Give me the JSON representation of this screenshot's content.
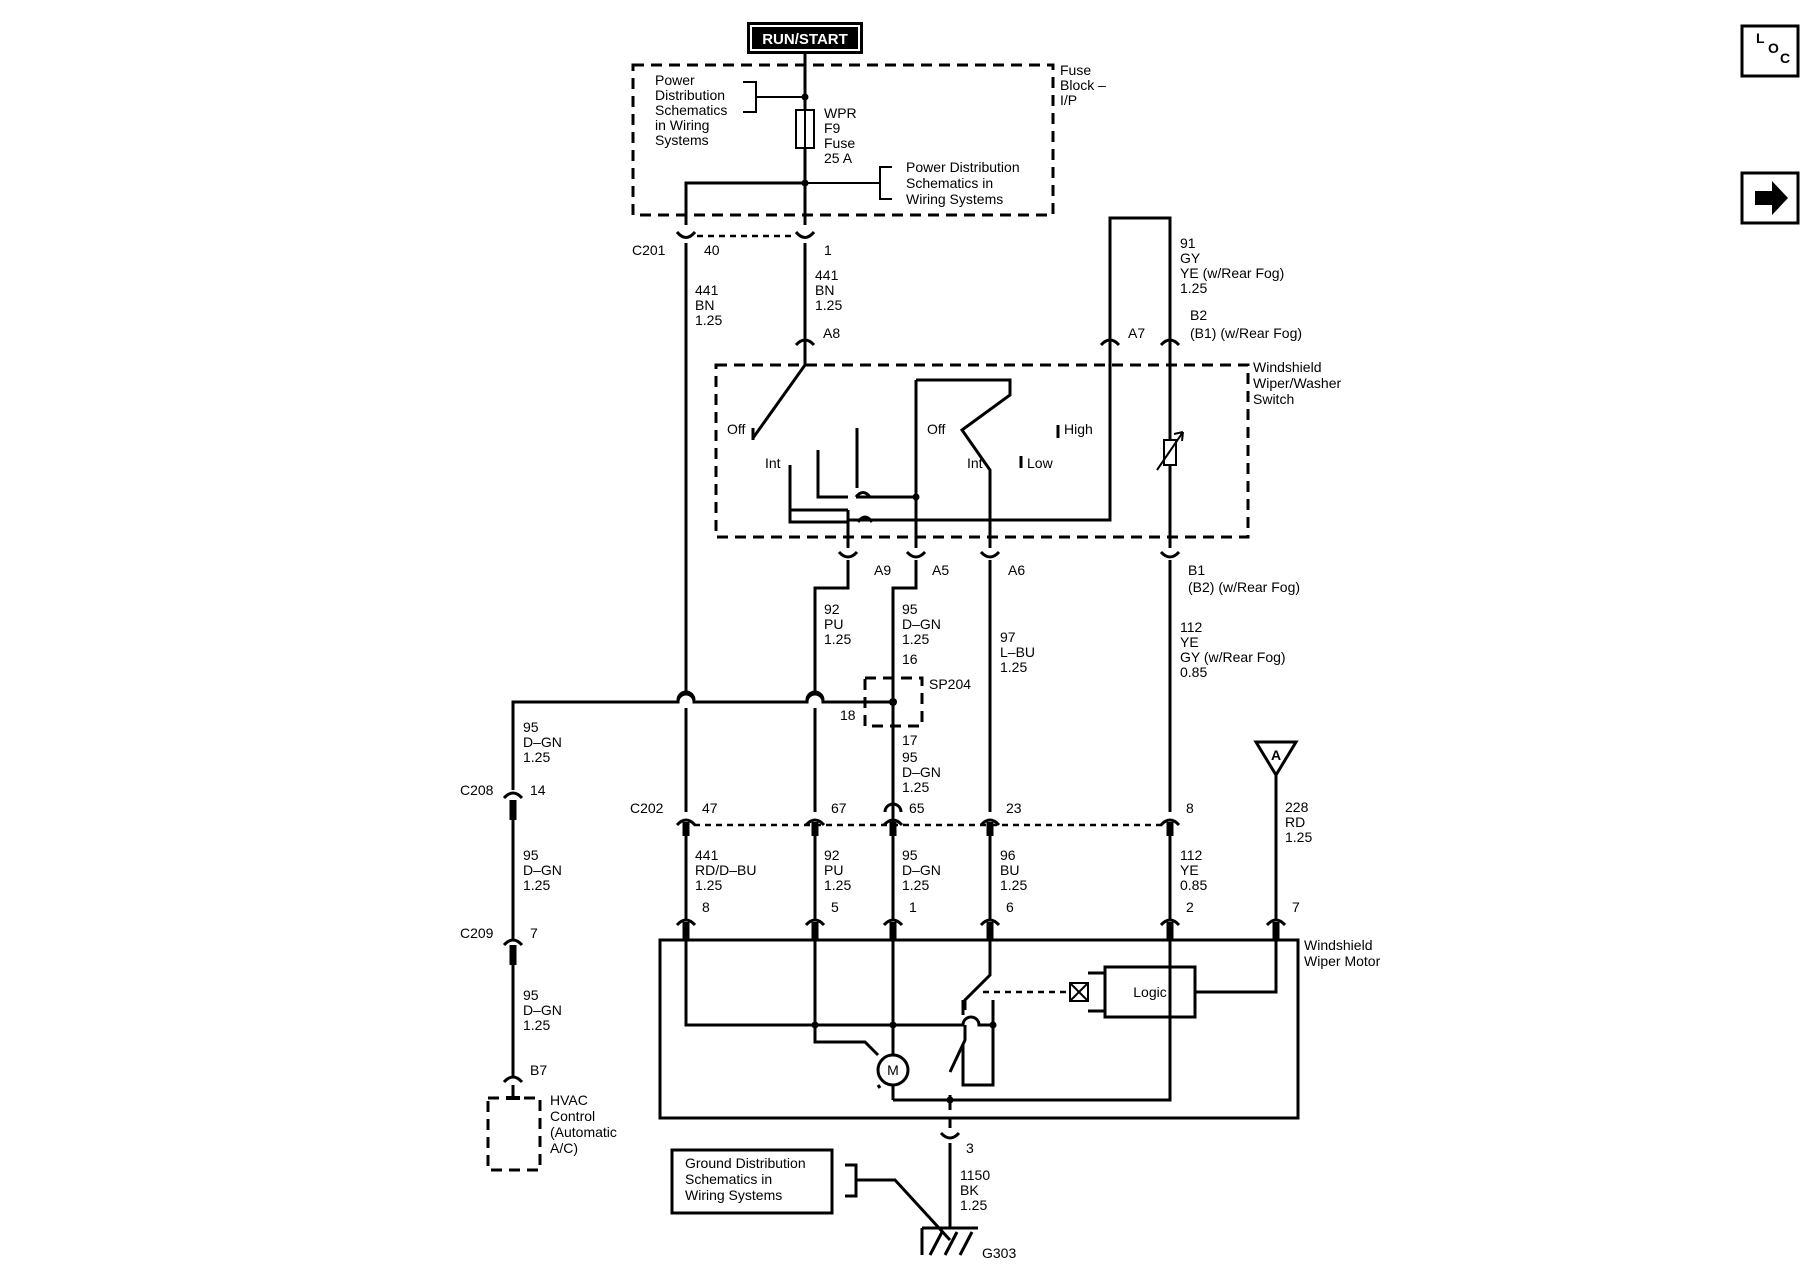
{
  "power": {
    "run_start": "RUN/START"
  },
  "fuse_block": {
    "name": [
      "Fuse",
      "Block –",
      "I/P"
    ],
    "pd_ref_left": [
      "Power",
      "Distribution",
      "Schematics",
      "in Wiring",
      "Systems"
    ],
    "fuse": [
      "WPR",
      "F9",
      "Fuse",
      "25 A"
    ],
    "pd_ref_right": [
      "Power Distribution",
      "Schematics in",
      "Wiring Systems"
    ]
  },
  "c201": {
    "name": "C201",
    "pin_a": "40",
    "pin_b": "1"
  },
  "wires_top": {
    "w441_left": [
      "441",
      "BN",
      "1.25"
    ],
    "w441_mid": [
      "441",
      "BN",
      "1.25"
    ],
    "w91": [
      "91",
      "GY",
      "YE (w/Rear Fog)",
      "1.25"
    ]
  },
  "switch": {
    "name": [
      "Windshield",
      "Wiper/Washer",
      "Switch"
    ],
    "pin_a8": "A8",
    "pin_a7": "A7",
    "pin_b2": [
      "B2",
      "(B1) (w/Rear Fog)"
    ],
    "off1": "Off",
    "int1": "Int",
    "off2": "Off",
    "int2": "Int",
    "high": "High",
    "low": "Low",
    "pin_a9": "A9",
    "pin_a5": "A5",
    "pin_a6": "A6",
    "pin_b1": [
      "B1",
      "(B2) (w/Rear Fog)"
    ]
  },
  "wires_mid": {
    "w92": [
      "92",
      "PU",
      "1.25"
    ],
    "w95a": [
      "95",
      "D–GN",
      "1.25"
    ],
    "w97": [
      "97",
      "L–BU",
      "1.25"
    ],
    "w112": [
      "112",
      "YE",
      "GY (w/Rear Fog)",
      "0.85"
    ]
  },
  "sp204": {
    "name": "SP204",
    "pin16": "16",
    "pin18": "18",
    "pin17": "17"
  },
  "wires_sp": {
    "w95_left": [
      "95",
      "D–GN",
      "1.25"
    ],
    "w95_below": [
      "95",
      "D–GN",
      "1.25"
    ]
  },
  "c208": {
    "name": "C208",
    "pin": "14"
  },
  "c202": {
    "name": "C202",
    "pins": [
      "47",
      "67",
      "65",
      "23",
      "8"
    ]
  },
  "wires_low": {
    "w95_c208": [
      "95",
      "D–GN",
      "1.25"
    ],
    "w441": [
      "441",
      "RD/D–BU",
      "1.25"
    ],
    "w92": [
      "92",
      "PU",
      "1.25"
    ],
    "w95": [
      "95",
      "D–GN",
      "1.25"
    ],
    "w96": [
      "96",
      "BU",
      "1.25"
    ],
    "w112": [
      "112",
      "YE",
      "0.85"
    ],
    "w228": [
      "228",
      "RD",
      "1.25"
    ],
    "w95_c209": [
      "95",
      "D–GN",
      "1.25"
    ],
    "w1150": [
      "1150",
      "BK",
      "1.25"
    ]
  },
  "motor": {
    "name": [
      "Windshield",
      "Wiper Motor"
    ],
    "pins": [
      "8",
      "5",
      "1",
      "6",
      "2",
      "7"
    ],
    "pin_gnd": "3",
    "logic": "Logic",
    "motor_symbol": "M"
  },
  "ref_a": "A",
  "c209": {
    "name": "C209",
    "pin": "7"
  },
  "hvac": {
    "pin": "B7",
    "name": [
      "HVAC",
      "Control",
      "(Automatic",
      "A/C)"
    ]
  },
  "ground": {
    "ref": [
      "Ground Distribution",
      "Schematics in",
      "Wiring Systems"
    ],
    "name": "G303"
  },
  "nav": {
    "loc_letters": [
      "L",
      "O",
      "C"
    ]
  },
  "icons": {
    "loc": "loc-icon",
    "next": "arrow-right-icon"
  }
}
